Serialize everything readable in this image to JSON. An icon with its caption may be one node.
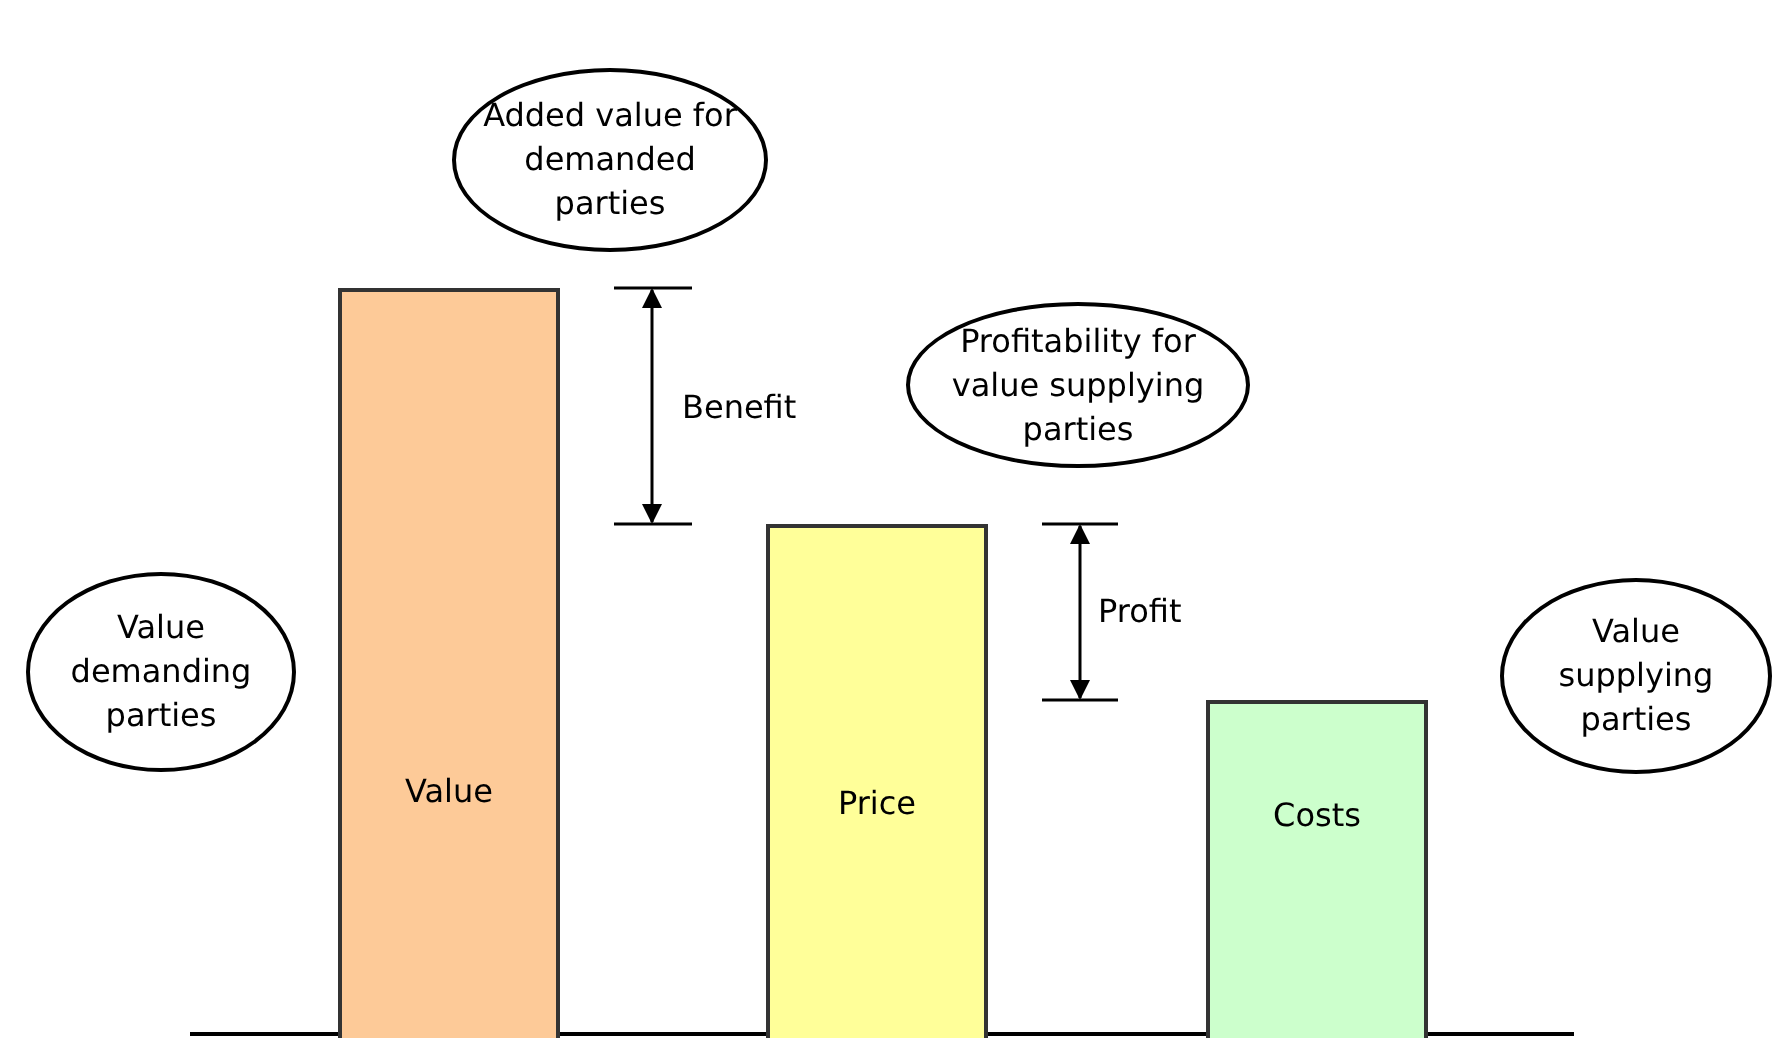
{
  "diagram": {
    "nodes": [
      {
        "text": [
          "Added value for demanded parties"
        ]
      },
      {
        "text": [
          "Profitability for value supplying parties"
        ]
      },
      {
        "text": [
          "Value demanding parties"
        ]
      },
      {
        "text": [
          "Value"
        ]
      },
      {
        "text": [
          "Price"
        ]
      },
      {
        "text": [
          "Value supplying parties"
        ]
      },
      {
        "text": [
          "Costs"
        ]
      }
    ],
    "labels": [
      "Benefit",
      "Profit"
    ]
  }
}
